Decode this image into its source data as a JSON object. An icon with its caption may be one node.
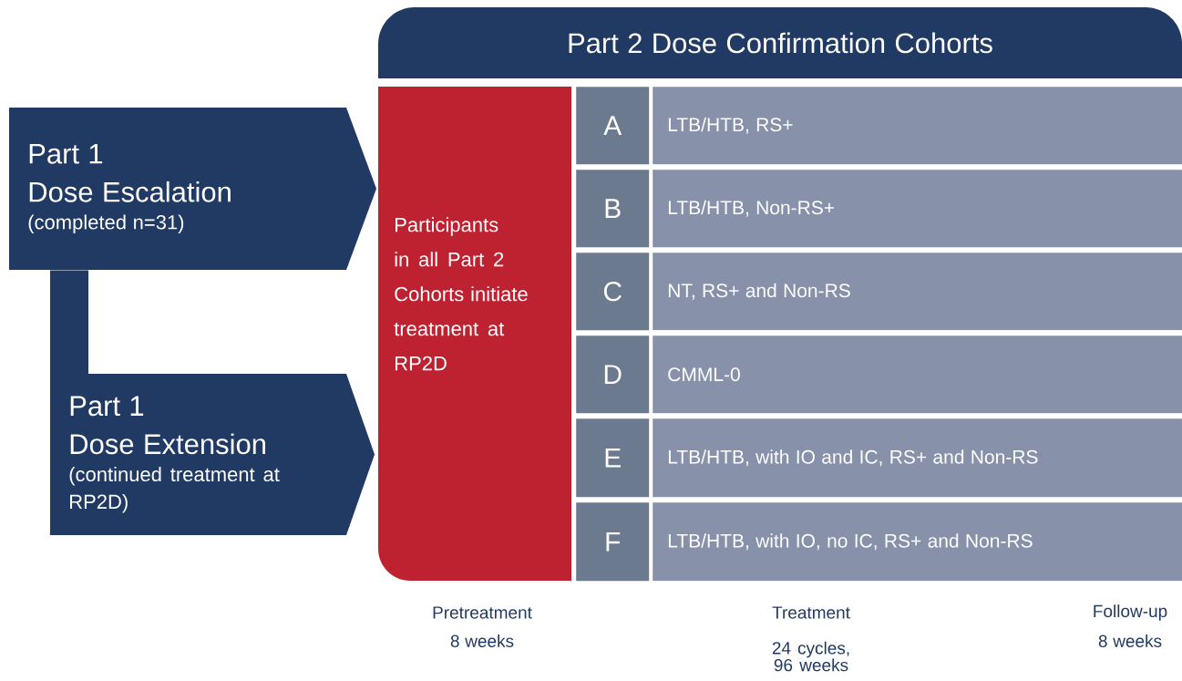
{
  "diagram": {
    "nodes": [
      {
        "text": [
          "Part 2 Dose Confirmation Cohorts"
        ]
      },
      {
        "text": [
          "Part 1",
          "Dose Escalation",
          "(completed n=31)"
        ]
      },
      {
        "text": [
          "Part 1",
          "Dose Extension",
          "(continued treatment at RP2D)"
        ]
      },
      {
        "text": [
          "Participants in all Part 2 Cohorts initiate treatment at RP2D"
        ]
      },
      {
        "text": [
          "A"
        ]
      },
      {
        "text": [
          "LTB/HTB, RS+"
        ]
      },
      {
        "text": [
          "B"
        ]
      },
      {
        "text": [
          "LTB/HTB, Non-RS+"
        ]
      },
      {
        "text": [
          "C"
        ]
      },
      {
        "text": [
          "NT, RS+ and Non-RS"
        ]
      },
      {
        "text": [
          "D"
        ]
      },
      {
        "text": [
          "CMML-0"
        ]
      },
      {
        "text": [
          "E"
        ]
      },
      {
        "text": [
          "LTB/HTB, with IO and IC, RS+ and Non-RS"
        ]
      },
      {
        "text": [
          "F"
        ]
      },
      {
        "text": [
          "LTB/HTB, with IO, no IC, RS+ and Non-RS"
        ]
      }
    ],
    "edges": [
      {
        "from": 1,
        "to": 2,
        "arrow": "none"
      }
    ],
    "labels": [
      "Pretreatment",
      "8 weeks",
      "Treatment",
      "24 cycles, 96 weeks",
      "Follow-up",
      "8 weeks"
    ]
  }
}
